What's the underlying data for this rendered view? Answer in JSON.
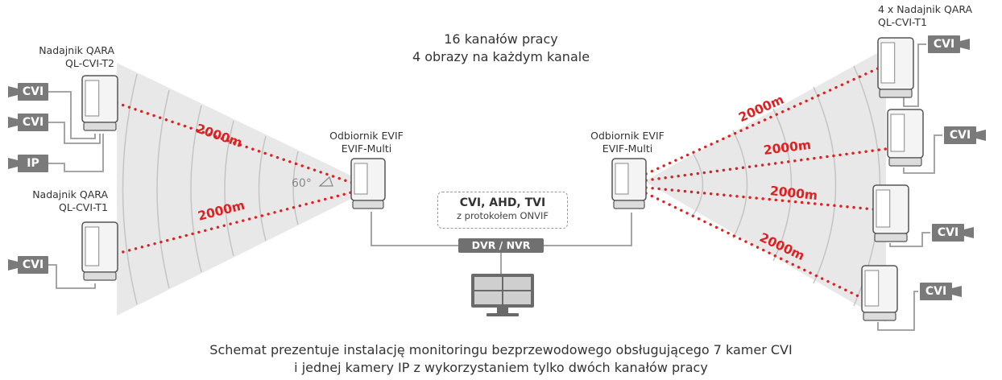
{
  "headline": {
    "line1": "16 kanałów pracy",
    "line2": "4 obrazy na każdym kanale"
  },
  "left_transmitter_top": {
    "line1": "Nadajnik QARA",
    "line2": "QL-CVI-T2"
  },
  "left_transmitter_bottom": {
    "line1": "Nadajnik QARA",
    "line2": "QL-CVI-T1"
  },
  "left_receiver": {
    "line1": "Odbiornik EVIF",
    "line2": "EVIF-Multi"
  },
  "right_receiver": {
    "line1": "Odbiornik EVIF",
    "line2": "EVIF-Multi"
  },
  "right_transmitters": {
    "line1": "4 x Nadajnik QARA",
    "line2": "QL-CVI-T1"
  },
  "distances": [
    "2000m",
    "2000m",
    "2000m",
    "2000m",
    "2000m",
    "2000m"
  ],
  "angle_label": "60°",
  "protocol_box": {
    "line1": "CVI, AHD, TVI",
    "line2": "z protokołem ONVIF"
  },
  "recorder_label": "DVR / NVR",
  "camera_badges": {
    "left": [
      "CVI",
      "CVI",
      "IP",
      "CVI"
    ],
    "right": [
      "CVI",
      "CVI",
      "CVI",
      "CVI"
    ]
  },
  "caption": {
    "line1": "Schemat prezentuje instalację monitoringu bezprzewodowego obsługującego 7 kamer CVI",
    "line2": "i jednej kamery IP z wykorzystaniem tylko dwóch kanałów pracy"
  },
  "colors": {
    "beam": "#e8e8e8",
    "arc": "#c4c4c4",
    "signal_dots": "#e02020",
    "cable": "#9a9a9a",
    "badge": "#7a7a7a",
    "device_body": "#f4f4f4",
    "device_outline": "#555555"
  }
}
